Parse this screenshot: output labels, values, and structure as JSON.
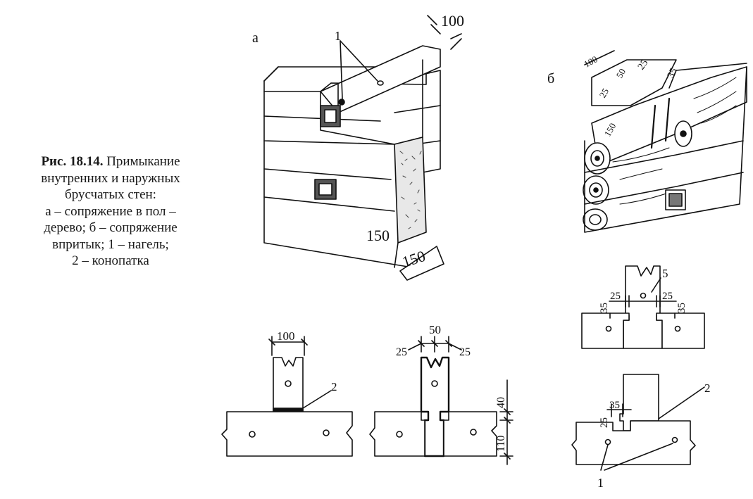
{
  "caption": {
    "title": "Рис. 18.14.",
    "lines": [
      "Примыкание",
      "внутренних и наружных",
      "брусчатых стен:",
      "а –  сопряжение в пол –",
      "дерево; б – сопряжение",
      "впритык; 1  – нагель;",
      "2 – конопатка"
    ]
  },
  "labels": {
    "fig_a": "а",
    "fig_b": "б",
    "dowel_mark": "1",
    "caulk_mark": "2",
    "pin_mark": "5",
    "dim_100": "100",
    "dim_150": "150",
    "dim_50": "50",
    "dim_25": "25",
    "dim_35": "35",
    "dim_40": "40",
    "dim_110": "110"
  }
}
